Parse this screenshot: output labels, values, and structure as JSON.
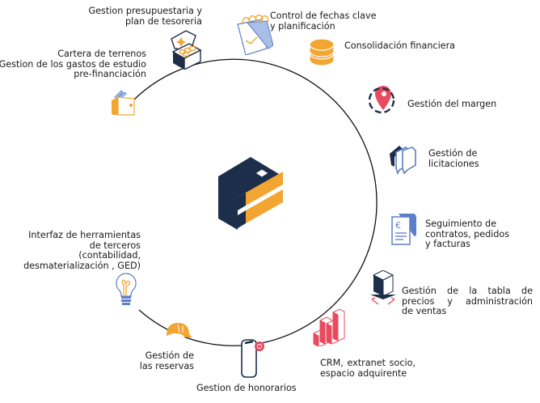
{
  "diagram": {
    "title": "Módulos de gestión",
    "center_logo": "company-logo",
    "colors": {
      "navy": "#1c2e4a",
      "orange": "#f3a531",
      "blue": "#5b7fc7",
      "light_blue": "#a9bfe8",
      "red": "#e84a5f",
      "ring": "#111111"
    },
    "items": [
      {
        "id": "presupuesto",
        "icon": "treasure-chest-icon",
        "lines": [
          "Gestion presupuestaria y",
          "plan de tesoreria"
        ]
      },
      {
        "id": "fechas",
        "icon": "calendar-icon",
        "lines": [
          "Control de fechas clave",
          "y planificación"
        ]
      },
      {
        "id": "consolidacion",
        "icon": "coins-stack-icon",
        "lines": [
          "Consolidación financiera"
        ]
      },
      {
        "id": "margen",
        "icon": "map-pin-icon",
        "lines": [
          "Gestión del margen"
        ]
      },
      {
        "id": "licitaciones",
        "icon": "chat-bubbles-icon",
        "lines": [
          "Gestión de",
          "licitaciones"
        ]
      },
      {
        "id": "contratos",
        "icon": "invoice-icon",
        "lines": [
          "Seguimiento de",
          "contratos, pedidos",
          "y facturas"
        ]
      },
      {
        "id": "precios",
        "icon": "building-block-icon",
        "lines": [
          "Gestión de la tabla de",
          "precios y administración",
          "de ventas"
        ]
      },
      {
        "id": "crm",
        "icon": "bar-chart-icon",
        "lines": [
          "CRM, extranet socio,",
          "espacio adquirente"
        ]
      },
      {
        "id": "honorarios",
        "icon": "smartphone-icon",
        "lines": [
          "Gestion de honorarios"
        ]
      },
      {
        "id": "reservas",
        "icon": "hard-hat-icon",
        "lines": [
          "Gestión de",
          "las reservas"
        ]
      },
      {
        "id": "interfaz",
        "icon": "lightbulb-icon",
        "lines": [
          "Interfaz de herramientas",
          "de terceros",
          "(contabilidad,",
          "desmaterialización , GED)"
        ]
      },
      {
        "id": "terrenos",
        "icon": "wallet-icon",
        "lines": [
          "Cartera de terrenos",
          "Gestion de los gastos de estudio",
          "pre-financiación"
        ]
      }
    ]
  }
}
